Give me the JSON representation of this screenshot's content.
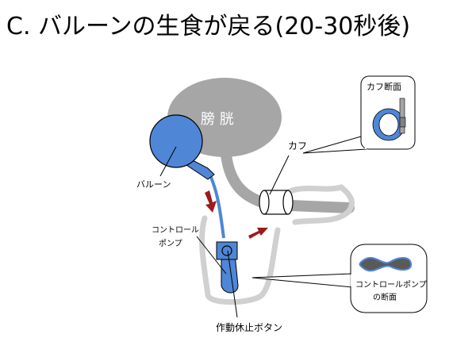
{
  "title": "C. バルーンの生食が戻る(20-30秒後)",
  "labels": {
    "bladder": "膀 胱",
    "balloon": "バルーン",
    "cuff": "カフ",
    "control_pump": [
      "コントロール",
      "ポンプ"
    ],
    "stop_button": "作動休止ボタン",
    "cuff_section": "カフ断面",
    "pump_section": [
      "コントロールポンプ",
      "の断面"
    ]
  },
  "colors": {
    "blue": "#4f86d6",
    "gray": "#a6a6a6",
    "light_gray": "#d0d0d0",
    "arrow": "#9b1c1c"
  }
}
